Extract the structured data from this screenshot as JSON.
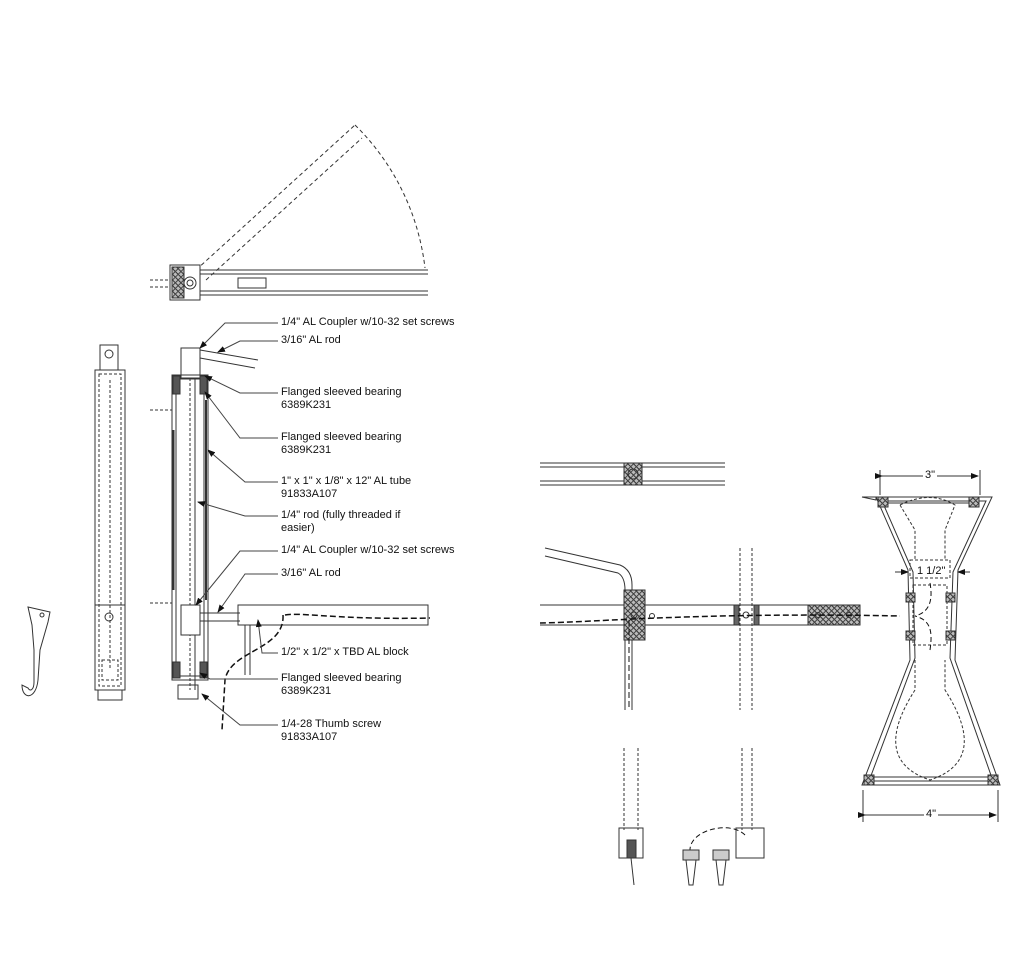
{
  "callouts": [
    {
      "line1": "1/4\" AL Coupler w/10-32 set screws",
      "line2": ""
    },
    {
      "line1": "3/16\" AL rod",
      "line2": ""
    },
    {
      "line1": "Flanged sleeved bearing",
      "line2": "6389K231"
    },
    {
      "line1": "Flanged sleeved bearing",
      "line2": "6389K231"
    },
    {
      "line1": "1\" x 1\" x 1/8\" x 12\" AL tube",
      "line2": "91833A107"
    },
    {
      "line1": "1/4\" rod (fully threaded if",
      "line2": "easier)"
    },
    {
      "line1": "1/4\" AL Coupler w/10-32 set screws",
      "line2": ""
    },
    {
      "line1": "3/16\" AL rod",
      "line2": ""
    },
    {
      "line1": "1/2\" x 1/2\" x TBD AL block",
      "line2": ""
    },
    {
      "line1": "Flanged sleeved bearing",
      "line2": "6389K231"
    },
    {
      "line1": "1/4-28 Thumb screw",
      "line2": "91833A107"
    }
  ],
  "dimensions": {
    "top_width": "3\"",
    "neck_width": "1 1/2\"",
    "bottom_width": "4\""
  }
}
